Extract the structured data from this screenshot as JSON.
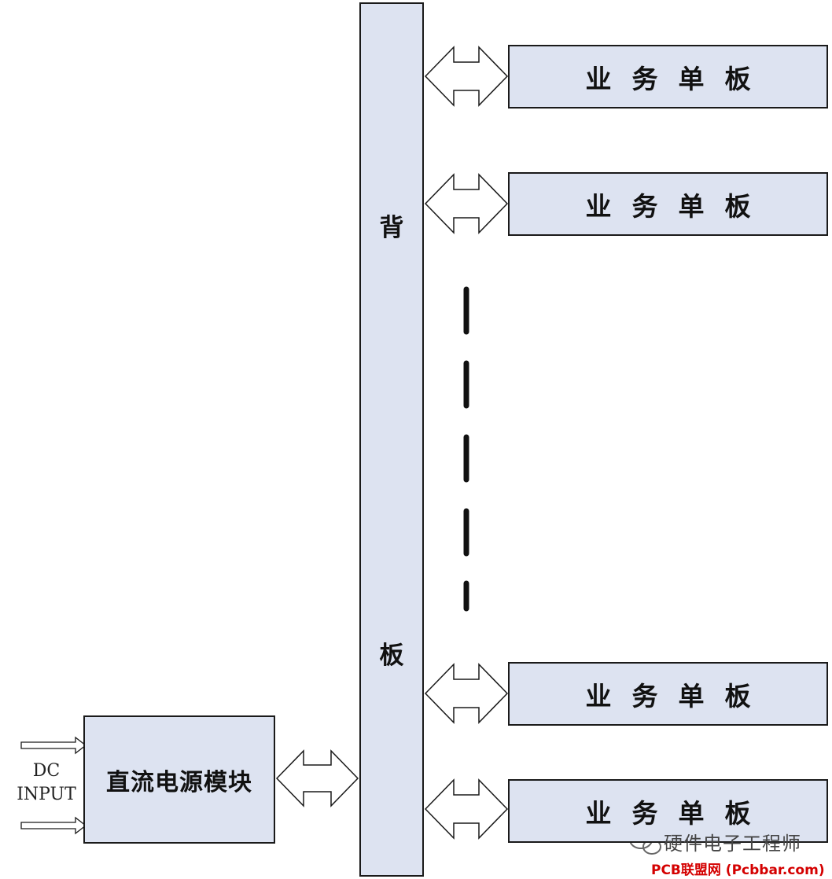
{
  "backplane": {
    "label_top": "背",
    "label_bottom": "板"
  },
  "service_cards": [
    {
      "label": "业务单板"
    },
    {
      "label": "业务单板"
    },
    {
      "label": "业务单板"
    },
    {
      "label": "业务单板"
    }
  ],
  "power_module": {
    "label": "直流电源模块"
  },
  "dc_input": {
    "line1": "DC",
    "line2": "INPUT"
  },
  "watermark": {
    "account": "硬件电子工程师",
    "site": "PCB联盟网 (Pcbbar.com)"
  },
  "colors": {
    "box_fill": "#dde3f1",
    "outline": "#1a1a1a",
    "site_red": "#d40000"
  }
}
